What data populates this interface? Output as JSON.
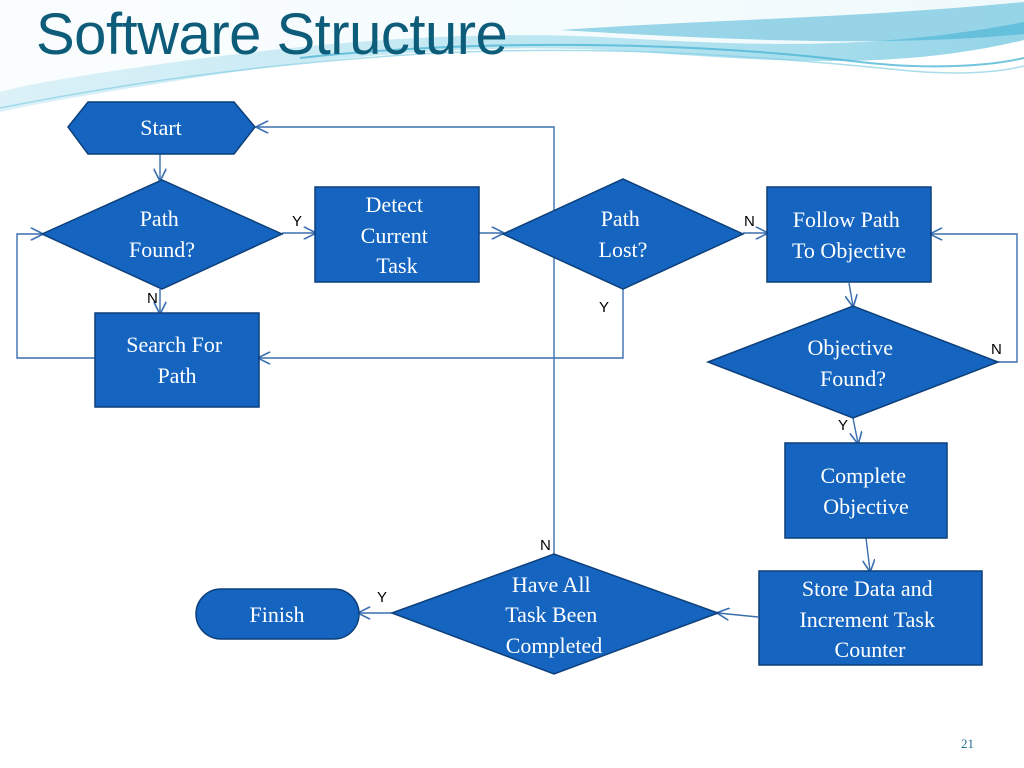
{
  "slide": {
    "title": "Software Structure",
    "page_number": "21"
  },
  "colors": {
    "node_fill": "#1565c0",
    "node_stroke": "#0d3f7a",
    "connector": "#3b6fb0",
    "title": "#0d5c7a",
    "wave": "#5bc0de"
  },
  "nodes": {
    "start": {
      "lines": [
        "Start"
      ]
    },
    "path_found": {
      "lines": [
        "Path",
        "Found?"
      ]
    },
    "detect_task": {
      "lines": [
        "Detect",
        "Current",
        "Task"
      ]
    },
    "path_lost": {
      "lines": [
        "Path",
        "Lost?"
      ]
    },
    "follow_path": {
      "lines": [
        "Follow Path",
        "To Objective"
      ]
    },
    "search_path": {
      "lines": [
        "Search For",
        "Path"
      ]
    },
    "objective_found": {
      "lines": [
        "Objective",
        "Found?"
      ]
    },
    "complete_objective": {
      "lines": [
        "Complete",
        "Objective"
      ]
    },
    "store_data": {
      "lines": [
        "Store Data and",
        "Increment Task",
        "Counter"
      ]
    },
    "all_done": {
      "lines": [
        "Have All",
        "Task Been",
        "Completed"
      ]
    },
    "finish": {
      "lines": [
        "Finish"
      ]
    }
  },
  "edge_labels": {
    "path_found_yes": "Y",
    "path_found_no": "N",
    "path_lost_no": "N",
    "path_lost_yes": "Y",
    "objective_found_no": "N",
    "objective_found_yes": "Y",
    "all_done_no": "N",
    "all_done_yes": "Y"
  }
}
